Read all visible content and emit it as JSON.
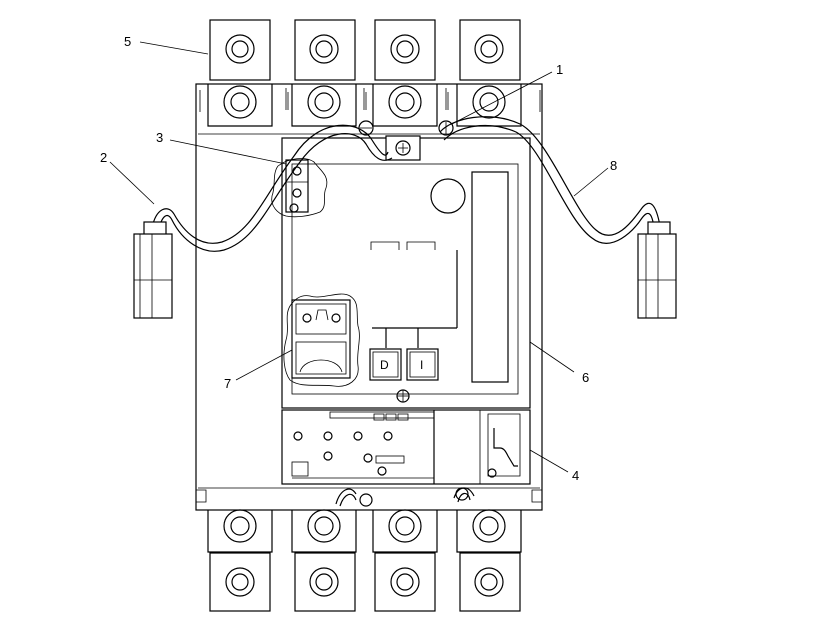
{
  "callouts": [
    {
      "id": "1",
      "label": "1"
    },
    {
      "id": "2",
      "label": "2"
    },
    {
      "id": "3",
      "label": "3"
    },
    {
      "id": "4",
      "label": "4"
    },
    {
      "id": "5",
      "label": "5"
    },
    {
      "id": "6",
      "label": "6"
    },
    {
      "id": "7",
      "label": "7"
    },
    {
      "id": "8",
      "label": "8"
    }
  ],
  "buttons": {
    "left_glyph": "D",
    "right_glyph": "I"
  }
}
